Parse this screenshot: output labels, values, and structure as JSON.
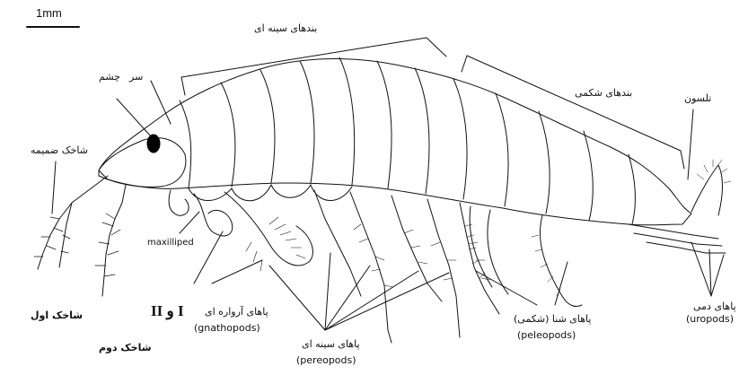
{
  "scale_bar": {
    "label": "1mm"
  },
  "labels": {
    "thorax_segments": "بندهای سینه ای",
    "abdomen_segments": "بندهای شکمی",
    "telson": "تلسون",
    "head": "سر",
    "eye": "چشم",
    "accessory_flagellum": "شاخک ضمیمه",
    "maxilliped": "maxilliped",
    "antenna_1": "شاخک اول",
    "antenna_2": "شاخک دوم",
    "gnathopods_fa": "پاهای آرواره ای",
    "gnathopods_roman": "II و I",
    "gnathopods_en": "(gnathopods)",
    "pereopods_fa": "پاهای سینه ای",
    "pereopods_en": "(pereopods)",
    "pleopods_fa": "پاهای شنا (شکمی)",
    "pleopods_en": "(peleopods)",
    "uropods_fa": "پاهای دمی",
    "uropods_en": "(uropods)"
  },
  "colors": {
    "ink": "#111111",
    "eye": "#000000",
    "background": "#ffffff"
  }
}
